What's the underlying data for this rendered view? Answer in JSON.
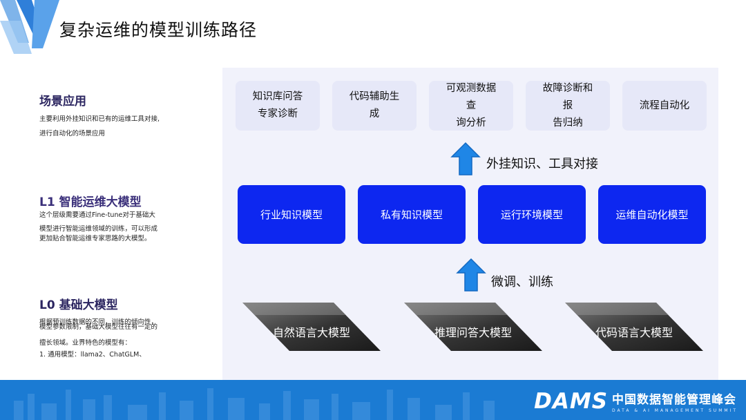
{
  "title": "复杂运维的模型训练路径",
  "left": {
    "scene": {
      "title": "场景应用",
      "desc": [
        "主要利用外挂知识和已有的运维工具对接,",
        "进行自动化的场景应用"
      ]
    },
    "l1": {
      "title": "L1 智能运维大模型",
      "desc": [
        "这个层级需要通过Fine-tune对于基础大",
        "模型进行智能运维领域的训练，可以形成",
        "更加贴合智能运维专家思路的大模型。"
      ]
    },
    "l0": {
      "title": "L0 基础大模型",
      "desc_overlap_a": "根据预训练数据的不同，训练的倾向性，",
      "desc_overlap_b": "模型参数限制，基础大模型往往有一定的",
      "desc": [
        "擅长领域。业界特色的模型有：",
        "1. 通用模型：llama2、ChatGLM、"
      ]
    }
  },
  "diagram": {
    "scenarios": [
      [
        "知识库问答",
        "专家诊断"
      ],
      [
        "代码辅助生成"
      ],
      [
        "可观测数据查",
        "询分析"
      ],
      [
        "故障诊断和报",
        "告归纳"
      ],
      [
        "流程自动化"
      ]
    ],
    "upper_arrow_label": "外挂知识、工具对接",
    "models": [
      "行业知识模型",
      "私有知识模型",
      "运行环境模型",
      "运维自动化模型"
    ],
    "lower_arrow_label": "微调、训练",
    "base_models": [
      "自然语言大模型",
      "推理问答大模型",
      "代码语言大模型"
    ]
  },
  "footer": {
    "brand": "DAMS",
    "brand_cn": "中国数据智能管理峰会",
    "brand_en": "DATA & AI MANAGEMENT SUMMIT"
  },
  "colors": {
    "model_blue": "#0d27f0",
    "arrow_blue": "#1f86e6",
    "scene_box": "#e6e8f8",
    "panel": "#f1f2fb",
    "footer": "#1b7bd3"
  }
}
